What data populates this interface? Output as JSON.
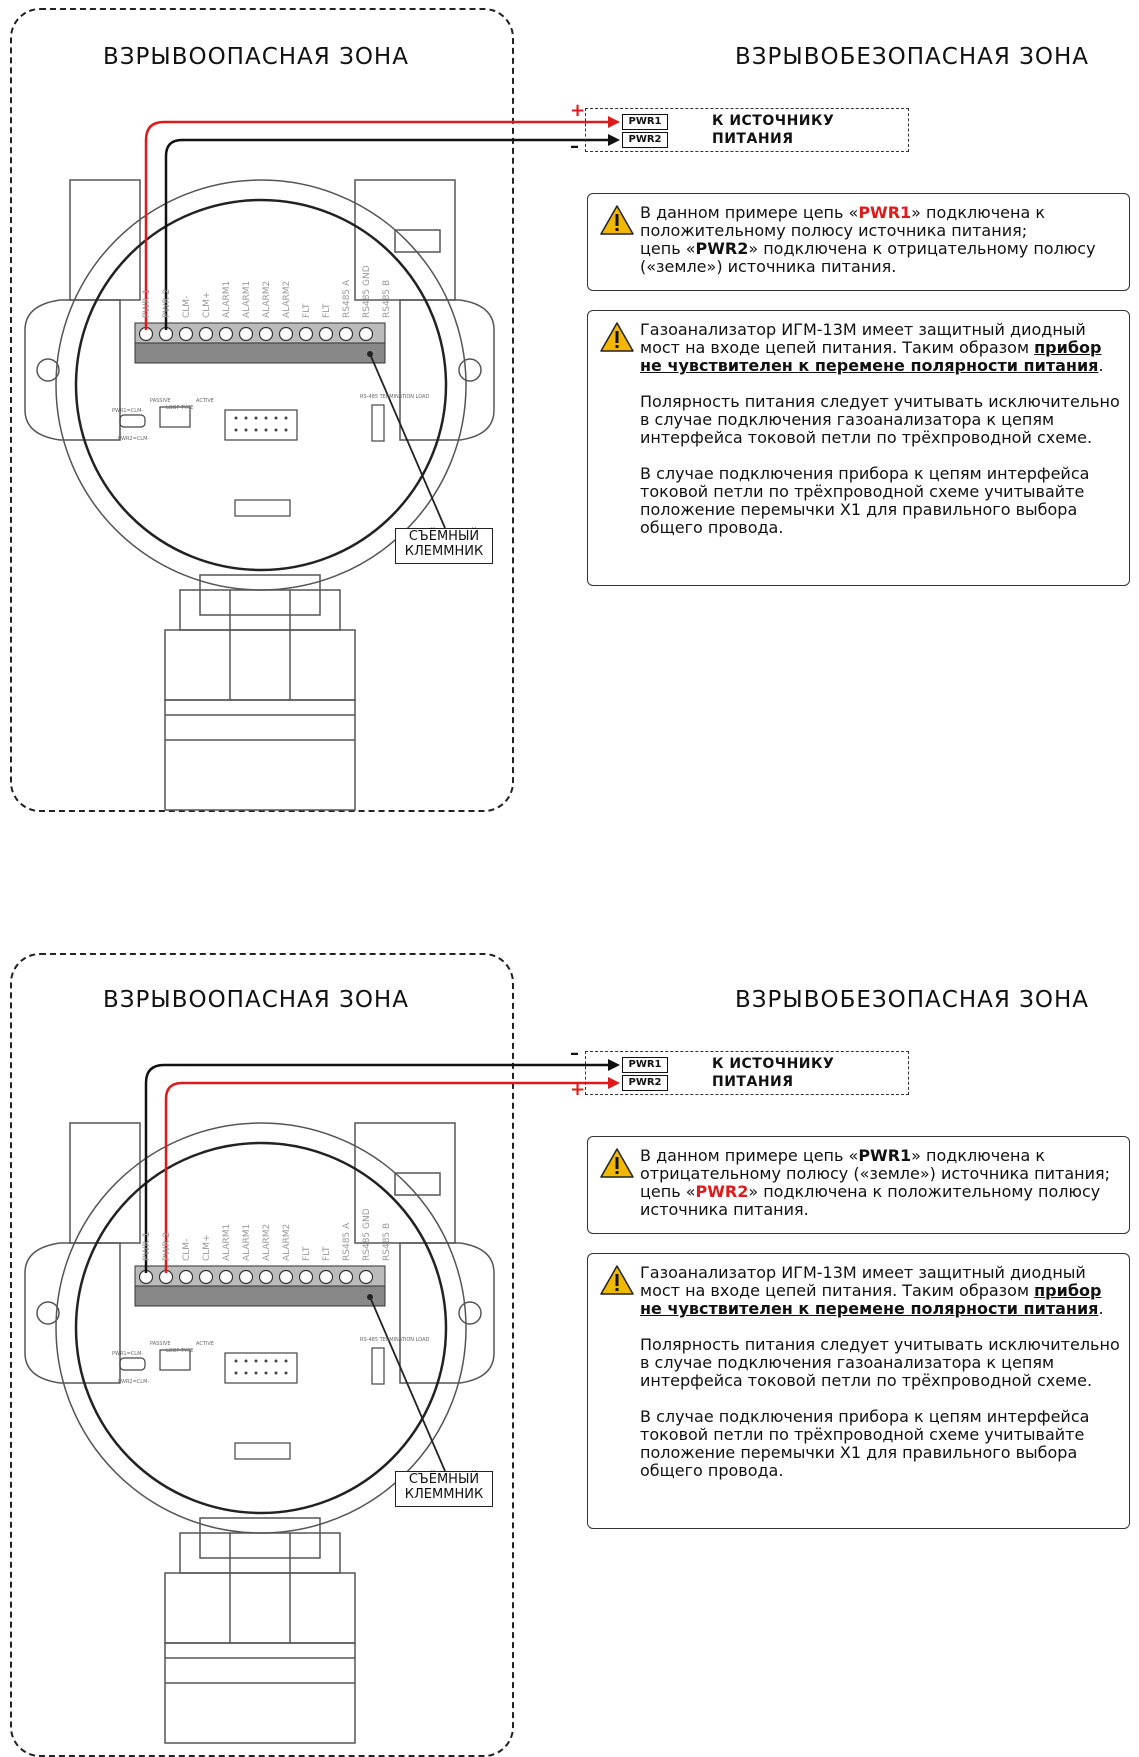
{
  "diagrams": [
    {
      "hazard_zone": "ВЗРЫВООПАСНАЯ  ЗОНА",
      "safe_zone": "ВЗРЫВОБЕЗОПАСНАЯ  ЗОНА",
      "source_label_1": "К  ИСТОЧНИКУ",
      "source_label_2": "ПИТАНИЯ",
      "pwr1": "PWR1",
      "pwr2": "PWR2",
      "sign_top": "+",
      "sign_bottom": "–",
      "note1": {
        "a": "В данном примере цепь «",
        "b": "PWR1",
        "c": "» подключена к положительному полюсу источника питания;",
        "d": "цепь «",
        "e": "PWR2",
        "f": "» подключена к отрицательному полюсу («земле») источника питания."
      }
    },
    {
      "hazard_zone": "ВЗРЫВООПАСНАЯ  ЗОНА",
      "safe_zone": "ВЗРЫВОБЕЗОПАСНАЯ  ЗОНА",
      "source_label_1": "К  ИСТОЧНИКУ",
      "source_label_2": "ПИТАНИЯ",
      "pwr1": "PWR1",
      "pwr2": "PWR2",
      "sign_top": "–",
      "sign_bottom": "+",
      "note1": {
        "a": "В данном примере цепь «",
        "b": "PWR1",
        "c": "» подключена к отрицательному полюсу («земле») источника питания;",
        "d": "цепь «",
        "e": "PWR2",
        "f": "» подключена к положительному полюсу источника питания."
      }
    }
  ],
  "note2": {
    "p1a": "Газоанализатор ИГМ-13М имеет защитный диодный мост на входе цепей питания.  Таким образом ",
    "p1b": "прибор не чувствителен к перемене полярности питания",
    "p1c": ".",
    "p2": "Полярность питания следует учитывать исключительно в случае подключения газоанализатора к цепям интерфейса токовой петли по трёхпроводной схеме.",
    "p3": "В случае подключения прибора к цепям интерфейса токовой петли по трёхпроводной схеме учитывайте положение перемычки X1 для правильного выбора общего провода."
  },
  "callout": {
    "line1": "СЪЁМНЫЙ",
    "line2": "КЛЕММНИК"
  },
  "terminals": [
    "PWR 1",
    "PWR 2",
    "CLM-",
    "CLM+",
    "ALARM1",
    "ALARM1",
    "ALARM2",
    "ALARM2",
    "FLT",
    "FLT",
    "RS485 A",
    "RS485 GND",
    "RS485 B"
  ],
  "board": {
    "loop_type": "LOOP TYPE",
    "passive": "PASSIVE",
    "active": "ACTIVE",
    "jumper1": "PWR1=CLM-",
    "jumper2": "PWR2=CLM-",
    "termination": "RS-485 TERMINATION LOAD"
  },
  "colors": {
    "positive": "#e0191a",
    "negative": "#111111",
    "warning": "#f2b800"
  }
}
